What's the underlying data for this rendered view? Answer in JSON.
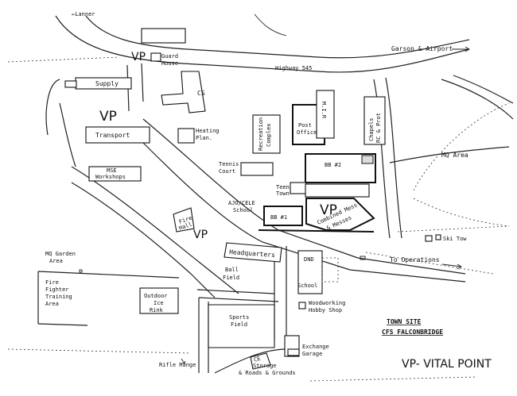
{
  "map": {
    "labels": {
      "lanner": "←Lanner",
      "garson": "Garson & Airport",
      "highway": "Highway 545",
      "guard_house_1": "Guard",
      "guard_house_2": "House",
      "supply": "Supply",
      "cs": "CS",
      "transport": "Transport",
      "heating_1": "Heating",
      "heating_2": "Plan.",
      "mse_1": "MSE",
      "mse_2": "Workshops",
      "recreation_1": "Recreation",
      "recreation_2": "Complex",
      "post_office_1": "Post",
      "post_office_2": "Office",
      "mir": "M.I.R",
      "chapels_1": "Chapels",
      "chapels_2": "RC & Prot",
      "mq_area": "MQ Area",
      "tennis_1": "Tennis",
      "tennis_2": "Court",
      "bb2": "BB #2",
      "teen_1": "Teen",
      "teen_2": "Town",
      "ajo_1": "AJO/CELE",
      "ajo_2": "School",
      "bb1": "BB #1",
      "combined_1": "Combined Mess",
      "combined_2": "& Messes",
      "fire_1": "Fire",
      "fire_2": "Hall",
      "ski_tow": "Ski Tow",
      "mq_garden_1": "MQ Garden",
      "mq_garden_2": "Area",
      "headquarters": "Headquarters",
      "to_operations": "To Operations",
      "dnd": "DND",
      "school": "School",
      "ball_1": "Ball",
      "ball_2": "Field",
      "fire_fighter_1": "Fire",
      "fire_fighter_2": "Fighter",
      "fire_fighter_3": "Training",
      "fire_fighter_4": "Area",
      "rink_1": "Outdoor",
      "rink_2": "Ice",
      "rink_3": "Rink",
      "woodworking_1": "Woodworking",
      "woodworking_2": "Hobby Shop",
      "sports_1": "Sports",
      "sports_2": "Field",
      "title_1": "TOWN SITE",
      "title_2": "CFS FALCONBRIDGE",
      "exchange_1": "Exchange",
      "exchange_2": "Garage",
      "rifle_range": "Rifle Range",
      "storage_1": "CE",
      "storage_2": "Storage",
      "storage_3": "& Roads & Grounds"
    },
    "vp_marks": [
      "VP",
      "VP",
      "VP",
      "VP"
    ],
    "legend": "VP- VITAL POINT"
  }
}
